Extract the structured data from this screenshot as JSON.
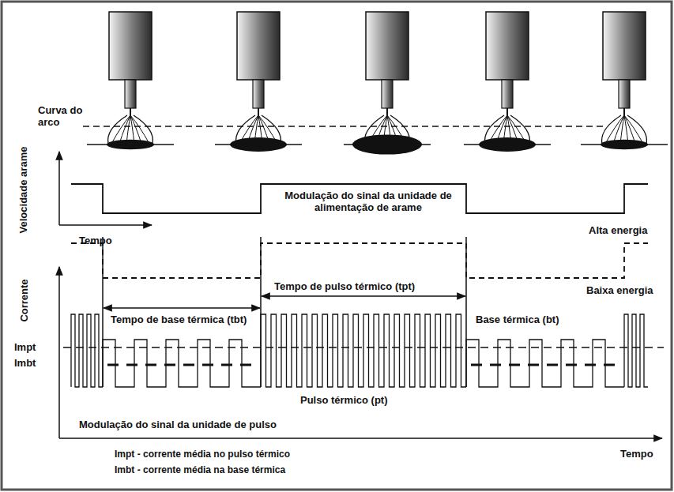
{
  "diagram": {
    "labels": [
      "Curva do arco",
      "Velocidade arame",
      "Tempo",
      "Modulação do sinal da unidade de alimentação de arame",
      "Alta energia",
      "Baixa energia",
      "Corrente",
      "Tempo de base térmica (tbt)",
      "Tempo de pulso térmico (tpt)",
      "Base térmica (bt)",
      "Impt",
      "Imbt",
      "Pulso térmico (pt)",
      "Modulação do sinal da unidade de pulso",
      "Tempo",
      "Impt - corrente média no pulso térmico",
      "Imbt - corrente média na base térmica"
    ]
  }
}
